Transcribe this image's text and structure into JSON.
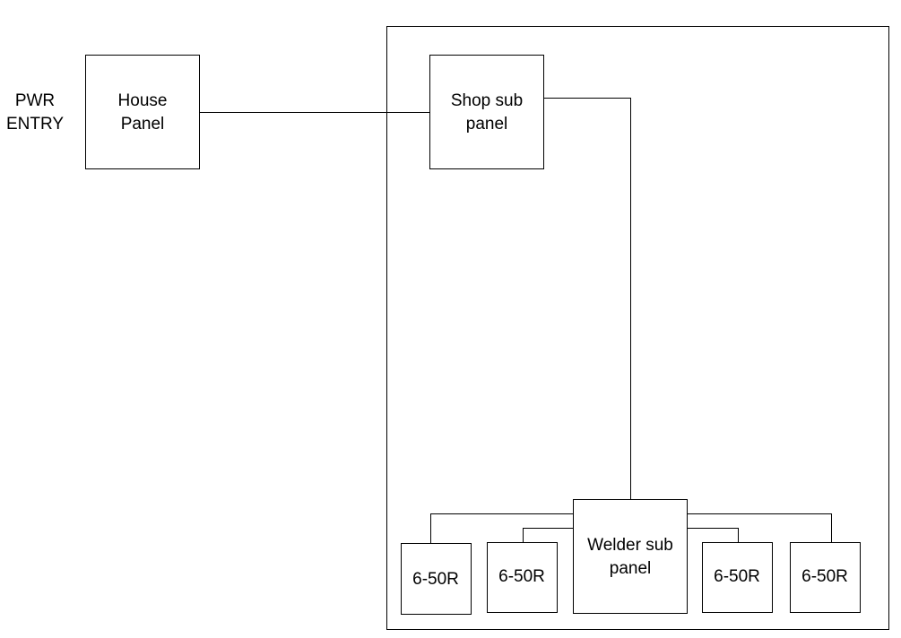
{
  "pwr_entry": {
    "line1": "PWR",
    "line2": "ENTRY"
  },
  "house_panel": {
    "line1": "House",
    "line2": "Panel"
  },
  "shop_sub_panel": {
    "line1": "Shop sub",
    "line2": "panel"
  },
  "welder_sub_panel": {
    "line1": "Welder sub",
    "line2": "panel"
  },
  "receptacles": [
    {
      "label": "6-50R"
    },
    {
      "label": "6-50R"
    },
    {
      "label": "6-50R"
    },
    {
      "label": "6-50R"
    }
  ]
}
